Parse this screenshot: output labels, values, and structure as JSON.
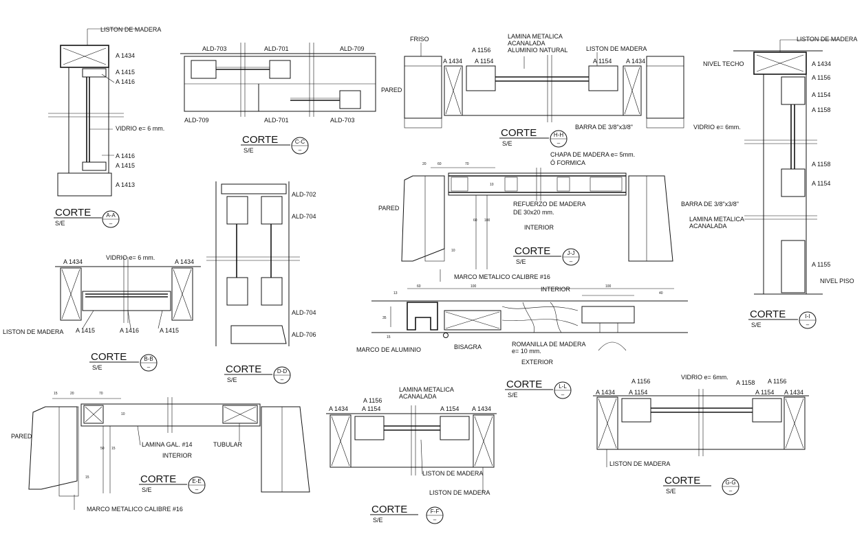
{
  "sections": {
    "a": {
      "title": "CORTE",
      "scale": "S/E",
      "tag": "A-A",
      "sub": "–",
      "labels": [
        "LISTON DE MADERA",
        "A 1434",
        "A 1415",
        "A 1416",
        "VIDRIO e= 6 mm.",
        "A 1416",
        "A 1415",
        "A 1413"
      ]
    },
    "b": {
      "title": "CORTE",
      "scale": "S/E",
      "tag": "B-B",
      "sub": "–",
      "labels": [
        "VIDRIO e= 6 mm.",
        "A 1434",
        "A 1434",
        "LISTON DE MADERA",
        "A 1415",
        "A 1416",
        "A 1415"
      ]
    },
    "c": {
      "title": "CORTE",
      "scale": "S/E",
      "tag": "C-C",
      "sub": "–",
      "labels": [
        "ALD-703",
        "ALD-701",
        "ALD-709",
        "ALD-709",
        "ALD-701",
        "ALD-703"
      ]
    },
    "d": {
      "title": "CORTE",
      "scale": "S/E",
      "tag": "D-D",
      "sub": "–",
      "labels": [
        "ALD-702",
        "ALD-704",
        "ALD-704",
        "ALD-706"
      ]
    },
    "e": {
      "title": "CORTE",
      "scale": "S/E",
      "tag": "E-E",
      "sub": "–",
      "labels": [
        "PARED",
        "LAMINA GAL. #14",
        "TUBULAR",
        "INTERIOR",
        "MARCO METALICO CALIBRE #16"
      ]
    },
    "f": {
      "title": "CORTE",
      "scale": "S/E",
      "tag": "F-F",
      "sub": "–",
      "labels": [
        "LAMINA METALICA",
        "ACANALADA",
        "A 1156",
        "A 1434",
        "A 1154",
        "A 1154",
        "A 1434",
        "LISTON DE MADERA",
        "LISTON DE MADERA"
      ]
    },
    "g": {
      "title": "CORTE",
      "scale": "S/E",
      "tag": "G-G",
      "sub": "–",
      "labels": [
        "VIDRIO e= 6mm.",
        "A 1156",
        "A 1158",
        "A 1156",
        "A 1434",
        "A 1154",
        "A 1154",
        "A 1434",
        "LISTON DE MADERA"
      ]
    },
    "h": {
      "title": "CORTE",
      "scale": "S/E",
      "tag": "H-H",
      "sub": "–",
      "labels": [
        "FRISO",
        "LAMINA METALICA",
        "ACANALADA",
        "ALUMINIO NATURAL",
        "A 1156",
        "LISTON DE MADERA",
        "A 1434",
        "A 1154",
        "A 1154",
        "A 1434",
        "PARED",
        "BARRA DE 3/8\"x3/8\""
      ]
    },
    "i": {
      "title": "CORTE",
      "scale": "S/E",
      "tag": "I-I",
      "sub": "–",
      "labels": [
        "LISTON DE MADERA",
        "NIVEL TECHO",
        "A 1434",
        "A 1156",
        "A 1154",
        "A 1158",
        "VIDRIO e= 6mm.",
        "A 1158",
        "A 1154",
        "BARRA DE 3/8\"x3/8\"",
        "LAMINA METALICA",
        "ACANALADA",
        "A 1155",
        "NIVEL PISO"
      ]
    },
    "j": {
      "title": "CORTE",
      "scale": "S/E",
      "tag": "J-J",
      "sub": "–",
      "labels": [
        "CHAPA DE MADERA e= 5mm.",
        "Ó FORMICA",
        "PARED",
        "REFUERZO DE MADERA",
        "DE 30x20 mm.",
        "INTERIOR",
        "MARCO METALICO CALIBRE #16"
      ],
      "dims": [
        "20",
        "60",
        "70",
        "10",
        "60",
        "100",
        "10"
      ]
    },
    "l": {
      "title": "CORTE",
      "scale": "S/E",
      "tag": "L-L",
      "sub": "–",
      "labels": [
        "INTERIOR",
        "MARCO DE ALUMINIO",
        "BISAGRA",
        "ROMANILLA DE MADERA",
        "e= 10 mm.",
        "EXTERIOR"
      ],
      "dims": [
        "13",
        "60",
        "100",
        "100",
        "40",
        "35",
        "15"
      ]
    }
  },
  "e_dims": [
    "15",
    "20",
    "70",
    "10",
    "50",
    "15",
    "15"
  ]
}
